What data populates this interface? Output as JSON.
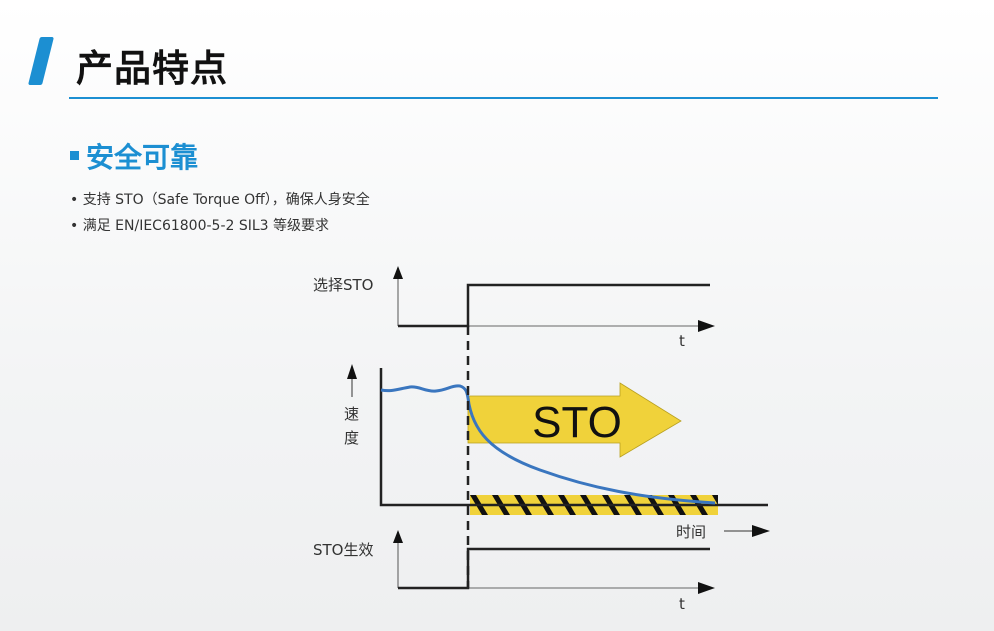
{
  "header": {
    "title": "产品特点"
  },
  "section": {
    "title": "安全可靠",
    "bullets": [
      "• 支持 STO（Safe Torque Off），确保人身安全",
      "• 满足 EN/IEC61800-5-2 SIL3 等级要求"
    ]
  },
  "diagram": {
    "select_sto_label": "选择STO",
    "speed_label_1": "速",
    "speed_label_2": "度",
    "sto_arrow_text": "STO",
    "time_label": "时间",
    "sto_active_label": "STO生效",
    "t_axis_label": "t",
    "colors": {
      "accent": "#1c8fd2",
      "curve": "#3a76bf",
      "hazard": "#f0d23a"
    }
  }
}
